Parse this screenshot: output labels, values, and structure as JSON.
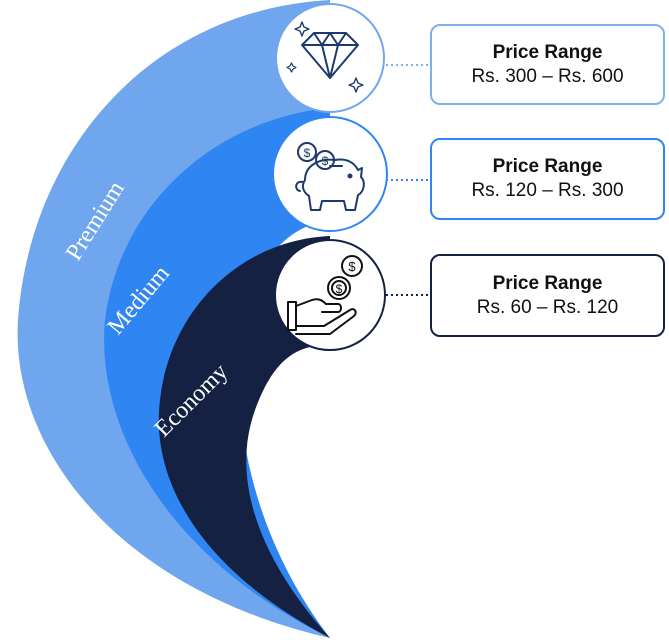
{
  "tiers": [
    {
      "name": "Premium",
      "icon": "diamond-icon",
      "title": "Price Range",
      "range": "Rs. 300 – Rs. 600",
      "color": "#6fa6ee",
      "border": "#7fb0ee"
    },
    {
      "name": "Medium",
      "icon": "piggy-bank-icon",
      "title": "Price Range",
      "range": "Rs. 120 – Rs. 300",
      "color": "#2f86f2",
      "border": "#2f86f2"
    },
    {
      "name": "Economy",
      "icon": "money-hand-icon",
      "title": "Price Range",
      "range": "Rs. 60 – Rs. 120",
      "color": "#142142",
      "border": "#142142"
    }
  ]
}
